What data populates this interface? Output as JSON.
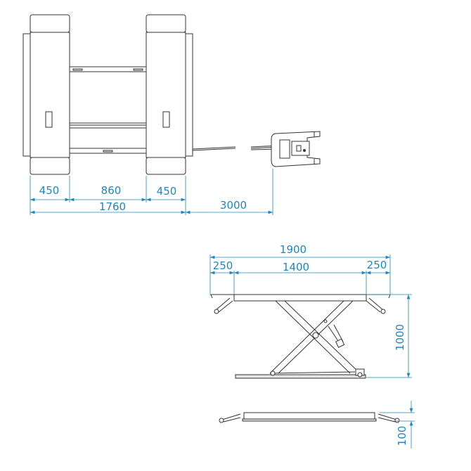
{
  "colors": {
    "dimension": "#1f86bf",
    "line": "#333333"
  },
  "top_view": {
    "dimensions": {
      "runway_left": "450",
      "gap": "860",
      "runway_right": "450",
      "overall_width": "1760",
      "hose_length": "3000"
    }
  },
  "side_view_raised": {
    "dimensions": {
      "overall_length": "1900",
      "ramp_left": "250",
      "platform_length": "1400",
      "ramp_right": "250",
      "max_height": "1000"
    }
  },
  "side_view_lowered": {
    "dimensions": {
      "min_height": "100"
    }
  }
}
